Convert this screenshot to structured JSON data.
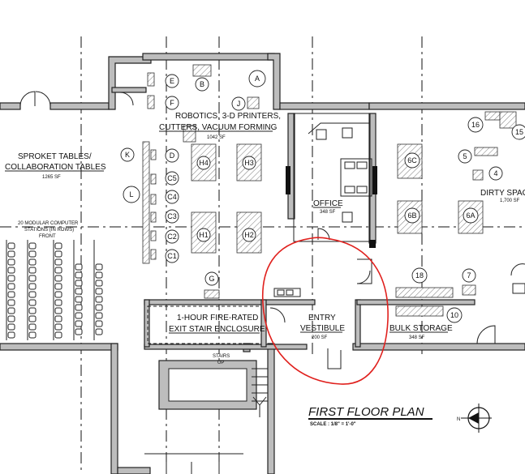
{
  "plan": {
    "title": "FIRST FLOOR PLAN",
    "scale": "SCALE : 1/8\" = 1'-0\"",
    "north_label": "N",
    "colors": {
      "markup": "#e0201d",
      "wall": "#bdbdbd",
      "ink": "#222222"
    }
  },
  "rooms": {
    "robotics_l1": "ROBOTICS, 3-D PRINTERS,",
    "robotics_l2": "CUTTERS, VACUUM FORMING",
    "robotics_area": "1042 SF",
    "sproket_l1": "SPROKET TABLES/",
    "sproket_l2": "COLLABORATION TABLES",
    "sproket_area": "1265 SF",
    "modular_l1": "20 MODULAR COMPUTER",
    "modular_l2": "STATIONS (IN ROWS)",
    "modular_l3": "FRONT",
    "office": "OFFICE",
    "office_area": "348 SF",
    "dirty": "DIRTY SPAC",
    "dirty_area": "1,700 SF",
    "stair_l1": "1-HOUR FIRE-RATED",
    "stair_l2": "EXIT STAIR ENCLOSURE",
    "entry_l1": "ENTRY",
    "entry_l2": "VESTIBULE",
    "entry_area": "200 SF",
    "bulk": "BULK STORAGE",
    "bulk_area": "348 SF",
    "stairs": "STAIRS",
    "stairs_dir": "UP"
  },
  "tags": {
    "A": "A",
    "B": "B",
    "E": "E",
    "F": "F",
    "J": "J",
    "K": "K",
    "D": "D",
    "L": "L",
    "G": "G",
    "C1": "C1",
    "C2": "C2",
    "C3": "C3",
    "C4": "C4",
    "C5": "C5",
    "H1": "H1",
    "H2": "H2",
    "H3": "H3",
    "H4": "H4",
    "6A": "6A",
    "6B": "6B",
    "6C": "6C",
    "4": "4",
    "5": "5",
    "7": "7",
    "10": "10",
    "15": "15",
    "16": "16",
    "18": "18"
  }
}
